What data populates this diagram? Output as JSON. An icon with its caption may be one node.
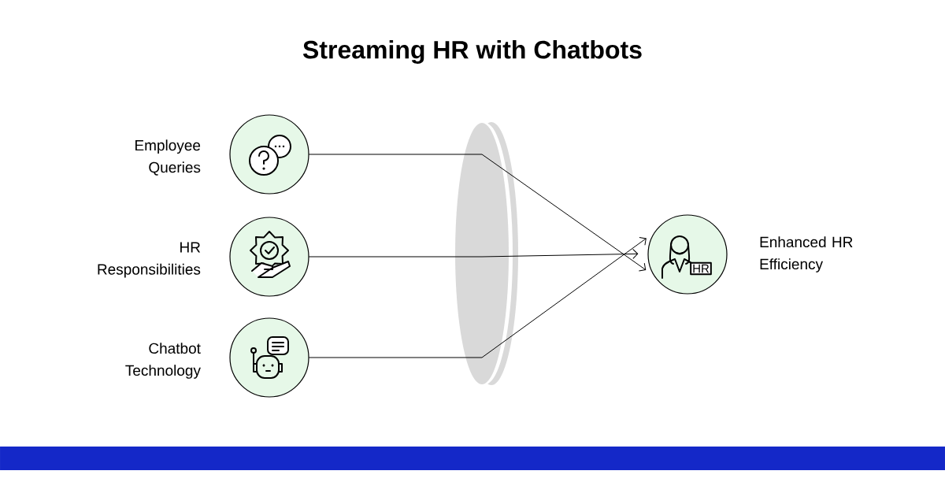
{
  "diagram": {
    "title": "Streaming HR with Chatbots",
    "nodes": [
      {
        "text": [],
        "shape": "circle",
        "beside": [
          "Employee Queries"
        ]
      },
      {
        "text": [],
        "shape": "circle",
        "beside": [
          "HR Responsibilities"
        ]
      },
      {
        "text": [],
        "shape": "circle",
        "beside": [
          "Chatbot Technology"
        ]
      },
      {
        "text": [
          "HR"
        ],
        "beside": [
          "Enhanced HR Efficiency"
        ]
      }
    ],
    "edges": [
      {
        "from": 0,
        "to": 3,
        "arrow": "to"
      },
      {
        "from": 1,
        "to": 3,
        "arrow": "to"
      },
      {
        "from": 2,
        "to": 3,
        "arrow": "to"
      }
    ]
  }
}
